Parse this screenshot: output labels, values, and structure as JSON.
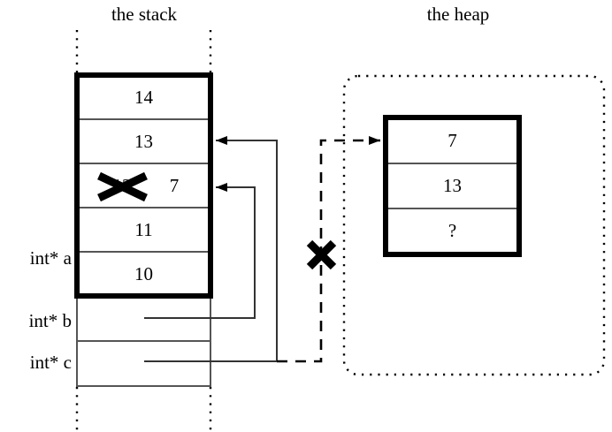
{
  "diagram": {
    "title_stack": "the stack",
    "title_heap": "the heap",
    "colors": {
      "ink": "#000000",
      "background": "#ffffff",
      "thin_rule": "#555555"
    }
  },
  "stack": {
    "title": "the stack",
    "frame_cells": [
      {
        "value": "14",
        "struck": false,
        "extra": ""
      },
      {
        "value": "13",
        "struck": false,
        "extra": ""
      },
      {
        "value": "12",
        "struck": true,
        "extra": "7"
      },
      {
        "value": "11",
        "struck": false,
        "extra": ""
      },
      {
        "value": "10",
        "struck": false,
        "extra": ""
      }
    ],
    "pointer_cells": [
      {
        "label": "int* a",
        "value": ""
      },
      {
        "label": "int* b",
        "value": ""
      },
      {
        "label": "int* c",
        "value": ""
      }
    ],
    "variable_labels": [
      "int* a",
      "int* b",
      "int* c"
    ]
  },
  "heap": {
    "title": "the heap",
    "cells": [
      {
        "value": "7"
      },
      {
        "value": "13"
      },
      {
        "value": "?"
      }
    ]
  },
  "annotations": {
    "struck_stack_value": "12",
    "new_stack_value": "7",
    "invalidated_pointer_marker": "X",
    "struck_pointer_marker": "X"
  }
}
